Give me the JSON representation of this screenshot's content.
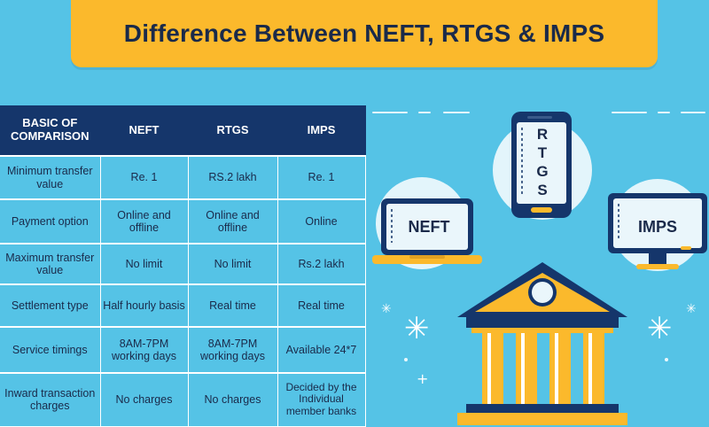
{
  "banner": {
    "title": "Difference Between  NEFT, RTGS & IMPS"
  },
  "table": {
    "headers": [
      "BASIC OF COMPARISON",
      "NEFT",
      "RTGS",
      "IMPS"
    ],
    "rows": [
      [
        "Minimum transfer value",
        "Re. 1",
        "RS.2 lakh",
        "Re. 1"
      ],
      [
        "Payment option",
        "Online and offline",
        "Online and offline",
        "Online"
      ],
      [
        "Maximum transfer value",
        "No limit",
        "No limit",
        "Rs.2 lakh"
      ],
      [
        "Settlement type",
        "Half hourly basis",
        "Real time",
        "Real time"
      ],
      [
        "Service timings",
        "8AM-7PM working days",
        "8AM-7PM working days",
        "Available 24*7"
      ],
      [
        "Inward transaction charges",
        "No charges",
        "No charges",
        "Decided by the Individual member banks"
      ]
    ]
  },
  "devices": {
    "laptop_label": "NEFT",
    "phone_letters": [
      "R",
      "T",
      "G",
      "S"
    ],
    "monitor_label": "IMPS"
  },
  "colors": {
    "background": "#55c3e6",
    "banner": "#fbb92c",
    "header": "#15366b",
    "bank": "#fbb92c"
  }
}
